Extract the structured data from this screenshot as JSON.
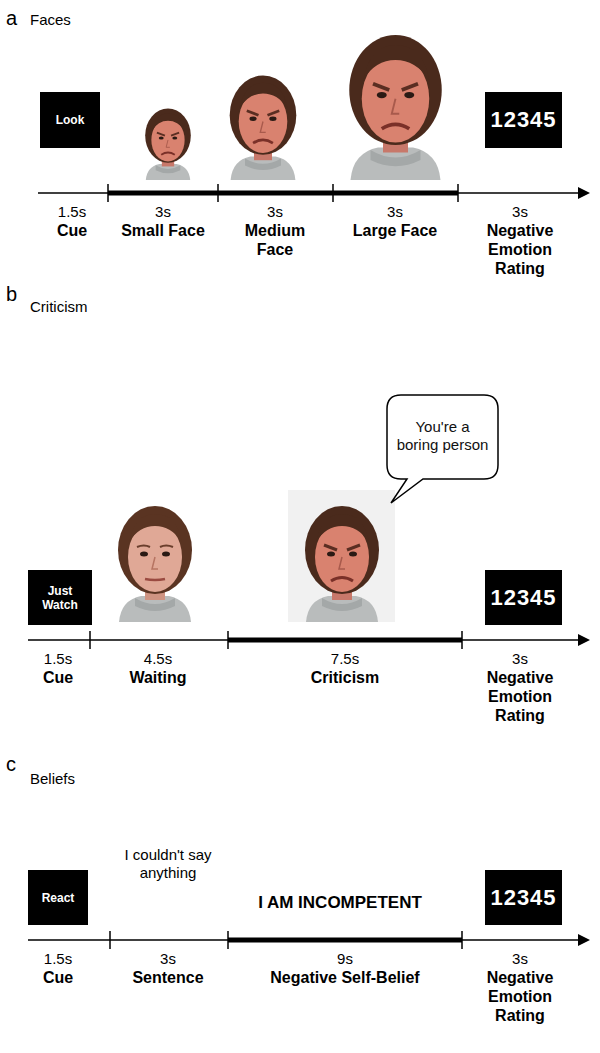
{
  "diagram": {
    "nodes": [
      {
        "text": [
          "Look"
        ]
      },
      {
        "text": [
          "12345"
        ]
      },
      {
        "text": [
          "You're a boring person"
        ]
      },
      {
        "text": [
          "Just Watch"
        ]
      },
      {
        "text": [
          "12345"
        ]
      },
      {
        "text": [
          "React"
        ]
      },
      {
        "text": [
          "12345"
        ]
      }
    ],
    "labels": [
      "a",
      "Faces",
      "1.5s",
      "Cue",
      "3s",
      "Small Face",
      "3s",
      "Medium Face",
      "3s",
      "Large Face",
      "3s",
      "Negative Emotion Rating",
      "b",
      "Criticism",
      "1.5s",
      "Cue",
      "4.5s",
      "Waiting",
      "7.5s",
      "Criticism",
      "3s",
      "Negative Emotion Rating",
      "c",
      "Beliefs",
      "I couldn't say anything",
      "I AM INCOMPETENT",
      "1.5s",
      "Cue",
      "3s",
      "Sentence",
      "9s",
      "Negative Self-Belief",
      "3s",
      "Negative Emotion Rating"
    ]
  }
}
